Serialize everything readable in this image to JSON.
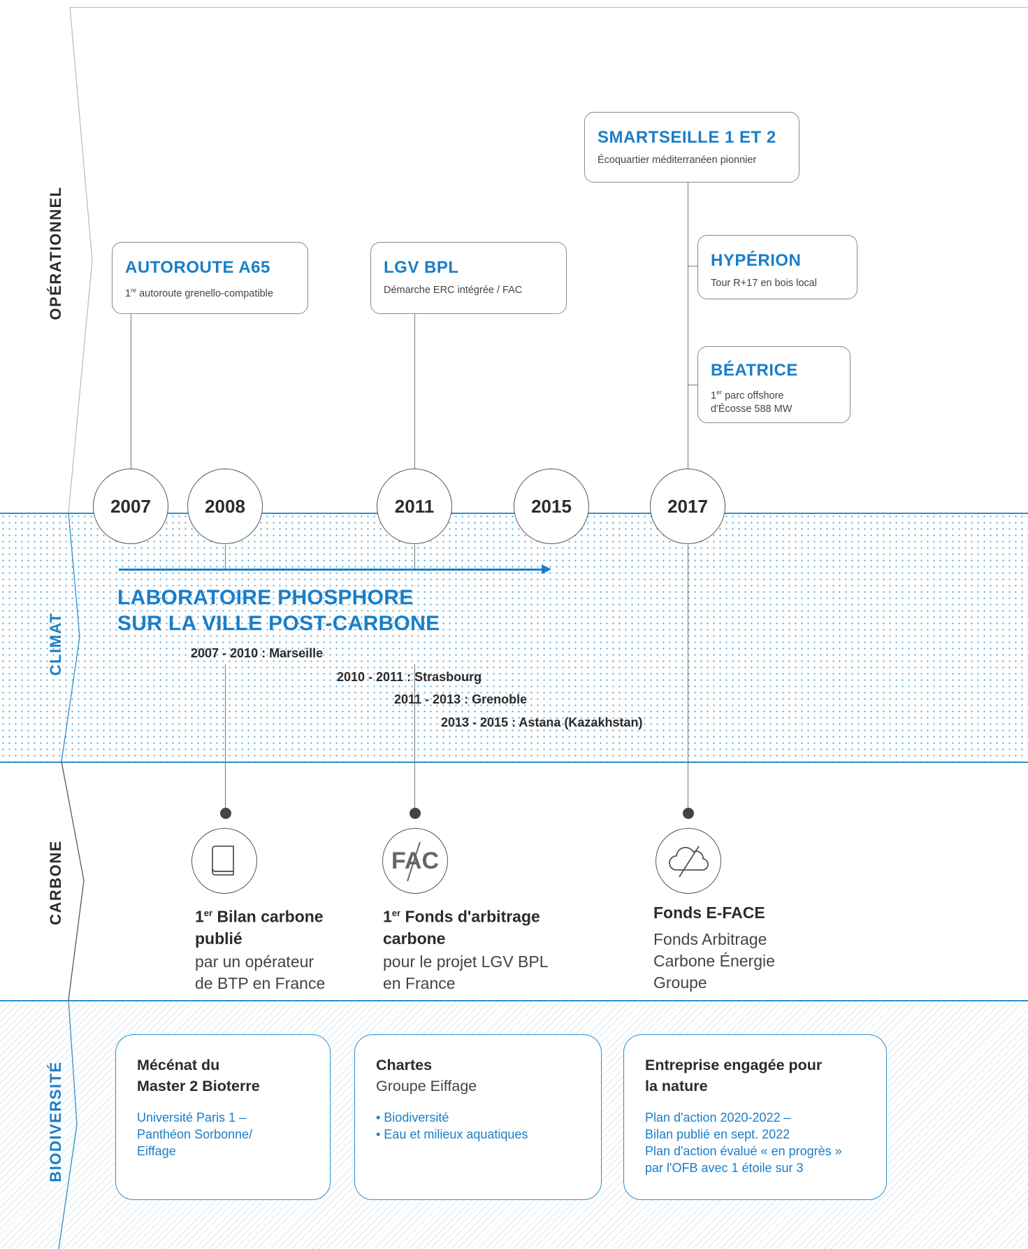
{
  "bands": {
    "operationnel": "OPÉRATIONNEL",
    "climat": "CLIMAT",
    "carbone": "CARBONE",
    "biodiversite": "BIODIVERSITÉ"
  },
  "projects": {
    "a65": {
      "title": "AUTOROUTE A65",
      "sub_sup": "re",
      "sub_num": "1",
      "sub_text": " autoroute grenello-compatible"
    },
    "lgv": {
      "title": "LGV BPL",
      "sub": "Démarche ERC intégrée / FAC"
    },
    "smartseille": {
      "title": "SMARTSEILLE 1 ET 2",
      "sub": "Écoquartier méditerranéen pionnier"
    },
    "hyperion": {
      "title": "HYPÉRION",
      "sub": "Tour R+17 en bois local"
    },
    "beatrice": {
      "title": "BÉATRICE",
      "sub_num": "1",
      "sub_sup": "er",
      "sub_line1": " parc offshore",
      "sub_line2": "d'Écosse 588 MW"
    }
  },
  "years": [
    "2007",
    "2008",
    "2011",
    "2015",
    "2017"
  ],
  "climat": {
    "title_line1": "LABORATOIRE PHOSPHORE",
    "title_line2": "SUR LA VILLE POST-CARBONE",
    "periods": [
      "2007 - 2010 : Marseille",
      "2010 - 2011 : Strasbourg",
      "2011 - 2013 : Grenoble",
      "2013 - 2015 : Astana (Kazakhstan)"
    ]
  },
  "carbone": {
    "bilan": {
      "num": "1",
      "sup": "er",
      "title_rest": " Bilan carbone",
      "title_line2": "publié",
      "desc_line1": "par un opérateur",
      "desc_line2": "de BTP en France",
      "icon": "book-icon"
    },
    "fonds": {
      "num": "1",
      "sup": "er",
      "title_rest": " Fonds d'arbitrage",
      "title_line2": "carbone",
      "desc_line1": "pour le projet LGV BPL",
      "desc_line2": "en France",
      "icon": "fac-icon",
      "icon_text": "FAC"
    },
    "eface": {
      "title": "Fonds E-FACE",
      "desc_line1": "Fonds Arbitrage",
      "desc_line2": "Carbone Énergie",
      "desc_line3": "Groupe",
      "icon": "no-cloud-icon"
    }
  },
  "biodiversite": {
    "mecenat": {
      "title_line1": "Mécénat du",
      "title_line2": "Master 2 Bioterre",
      "body": [
        "Université Paris 1 –",
        "Panthéon Sorbonne/",
        "Eiffage"
      ]
    },
    "chartes": {
      "title": "Chartes",
      "subtitle": "Groupe Eiffage",
      "body": [
        "• Biodiversité",
        "• Eau et milieux aquatiques"
      ]
    },
    "entreprise": {
      "title_line1": "Entreprise engagée pour",
      "title_line2": "la nature",
      "body": [
        "Plan d'action 2020-2022 –",
        "Bilan publié en sept. 2022",
        "Plan d'action évalué « en progrès »",
        "par l'OFB avec 1 étoile sur 3"
      ]
    }
  },
  "colors": {
    "accent": "#1a7ec8",
    "line": "#2d8fcc",
    "text": "#2b2b2b",
    "grey": "#8a8a8a"
  }
}
